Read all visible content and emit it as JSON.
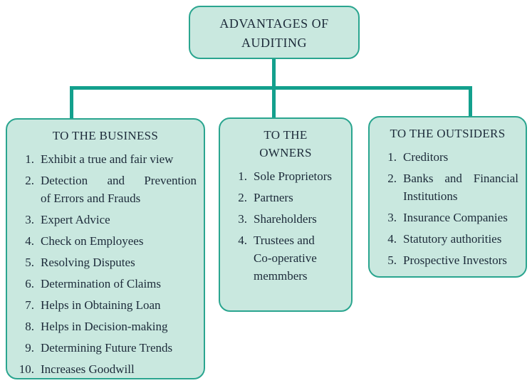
{
  "colors": {
    "box_fill": "#c9e8df",
    "box_border": "#2aa58f",
    "connector": "#13a08d",
    "text": "#1c2a39",
    "background": "#ffffff"
  },
  "root": {
    "title": "ADVANTAGES OF\nAUDITING"
  },
  "branches": [
    {
      "title": "TO THE BUSINESS",
      "items": [
        {
          "n": "1.",
          "t": "Exhibit a true and fair view"
        },
        {
          "n": "2.",
          "j": "Detection and Prevention",
          "t": "of Errors and Frauds"
        },
        {
          "n": "3.",
          "t": "Expert Advice"
        },
        {
          "n": "4.",
          "t": "Check on Employees"
        },
        {
          "n": "5.",
          "t": "Resolving Disputes"
        },
        {
          "n": "6.",
          "t": "Determination of Claims"
        },
        {
          "n": "7.",
          "t": "Helps in Obtaining Loan"
        },
        {
          "n": "8.",
          "t": "Helps in Decision-making"
        },
        {
          "n": "9.",
          "t": "Determining Future Trends"
        },
        {
          "n": "10.",
          "t": "Increases Goodwill"
        }
      ]
    },
    {
      "title": "TO THE\nOWNERS",
      "items": [
        {
          "n": "1.",
          "t": "Sole Proprietors"
        },
        {
          "n": "2.",
          "t": "Partners"
        },
        {
          "n": "3.",
          "t": "Shareholders"
        },
        {
          "n": "4.",
          "t": "Trustees and\nCo-operative\nmemmbers"
        }
      ]
    },
    {
      "title": "TO THE OUTSIDERS",
      "items": [
        {
          "n": "1.",
          "t": "Creditors"
        },
        {
          "n": "2.",
          "j": "Banks and Financial",
          "t": "Institutions"
        },
        {
          "n": "3.",
          "t": "Insurance Companies"
        },
        {
          "n": "4.",
          "t": "Statutory authorities"
        },
        {
          "n": "5.",
          "t": "Prospective Investors"
        }
      ]
    }
  ]
}
